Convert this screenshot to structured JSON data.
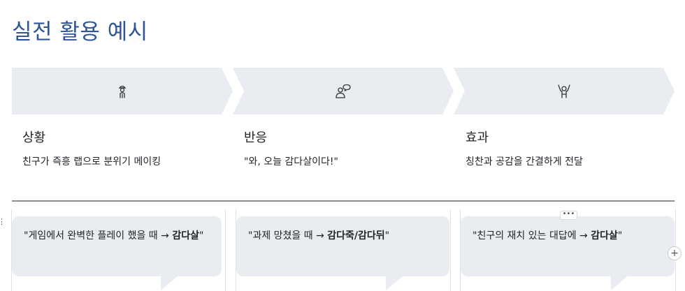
{
  "title": "실전 활용 예시",
  "steps": [
    {
      "icon": "person-with-cap-icon",
      "heading": "상황",
      "description": "친구가 즉흥 랩으로 분위기 메이킹"
    },
    {
      "icon": "chat-bubbles-icon",
      "heading": "반응",
      "description": "\"와, 오늘 감다살이다!\""
    },
    {
      "icon": "cheering-person-icon",
      "heading": "효과",
      "description": "칭찬과 공감을 간결하게 전달"
    }
  ],
  "examples": [
    {
      "text": "\"게임에서 완벽한 플레이 했을 때 → ",
      "bold": "감다살",
      "end": "\""
    },
    {
      "text": "\"과제 망쳤을 때 → ",
      "bold": "감다죽/감다뒤",
      "end": "\""
    },
    {
      "text": "\"친구의 재치 있는 대답에 → ",
      "bold": "감다살",
      "end": "\""
    }
  ],
  "controls": {
    "more_label": "•••",
    "add_label": "+",
    "handle_label": "⋮"
  }
}
